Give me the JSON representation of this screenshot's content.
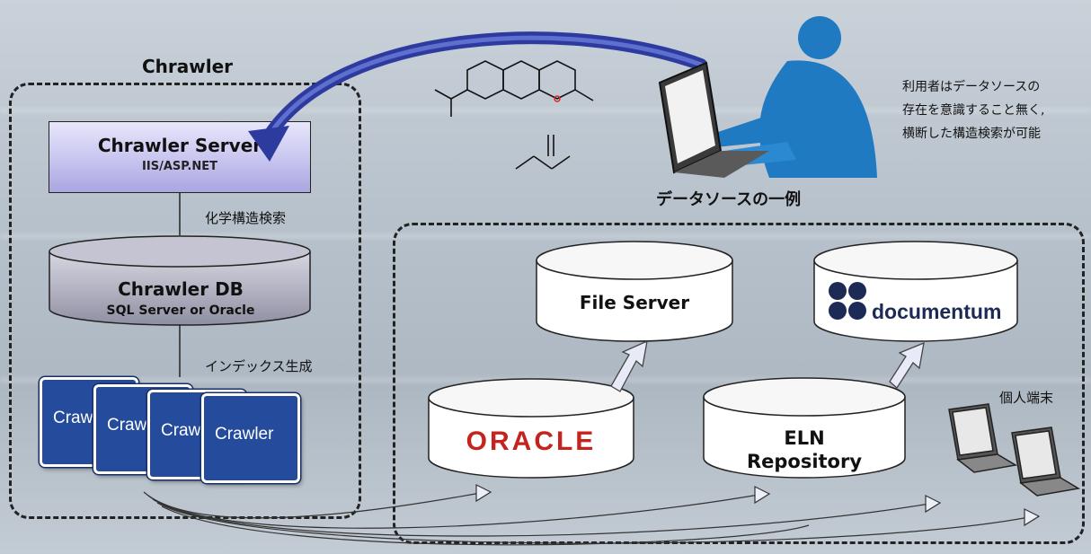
{
  "page_title": "",
  "chrawler_group": {
    "title": "Chrawler"
  },
  "server": {
    "name": "Chrawler Server",
    "sub": "IIS/ASP.NET"
  },
  "edge_labels": {
    "search": "化学構造検索",
    "index": "インデックス生成"
  },
  "db": {
    "name": "Chrawler DB",
    "sub": "SQL Server or Oracle"
  },
  "crawlers": [
    "Crawler",
    "Crawler",
    "Crawler",
    "Crawler"
  ],
  "datasource_group": {
    "title": "データソースの一例"
  },
  "datasources": {
    "file_server": "File Server",
    "documentum": "documentum",
    "oracle": "ORACLE",
    "eln_line1": "ELN",
    "eln_line2": "Repository",
    "personal": "個人端末"
  },
  "user_note": [
    "利用者はデータソースの",
    "存在を意識すること無く,",
    "横断した構造検索が可能"
  ],
  "colors": {
    "server_fill": "#c7c4ef",
    "db_fill": "#b8b8c8",
    "crawler_blue": "#244b9c",
    "oracle_red": "#c5231e",
    "arrow_blue": "#2d3b9e",
    "user_blue": "#1f7ac2"
  }
}
